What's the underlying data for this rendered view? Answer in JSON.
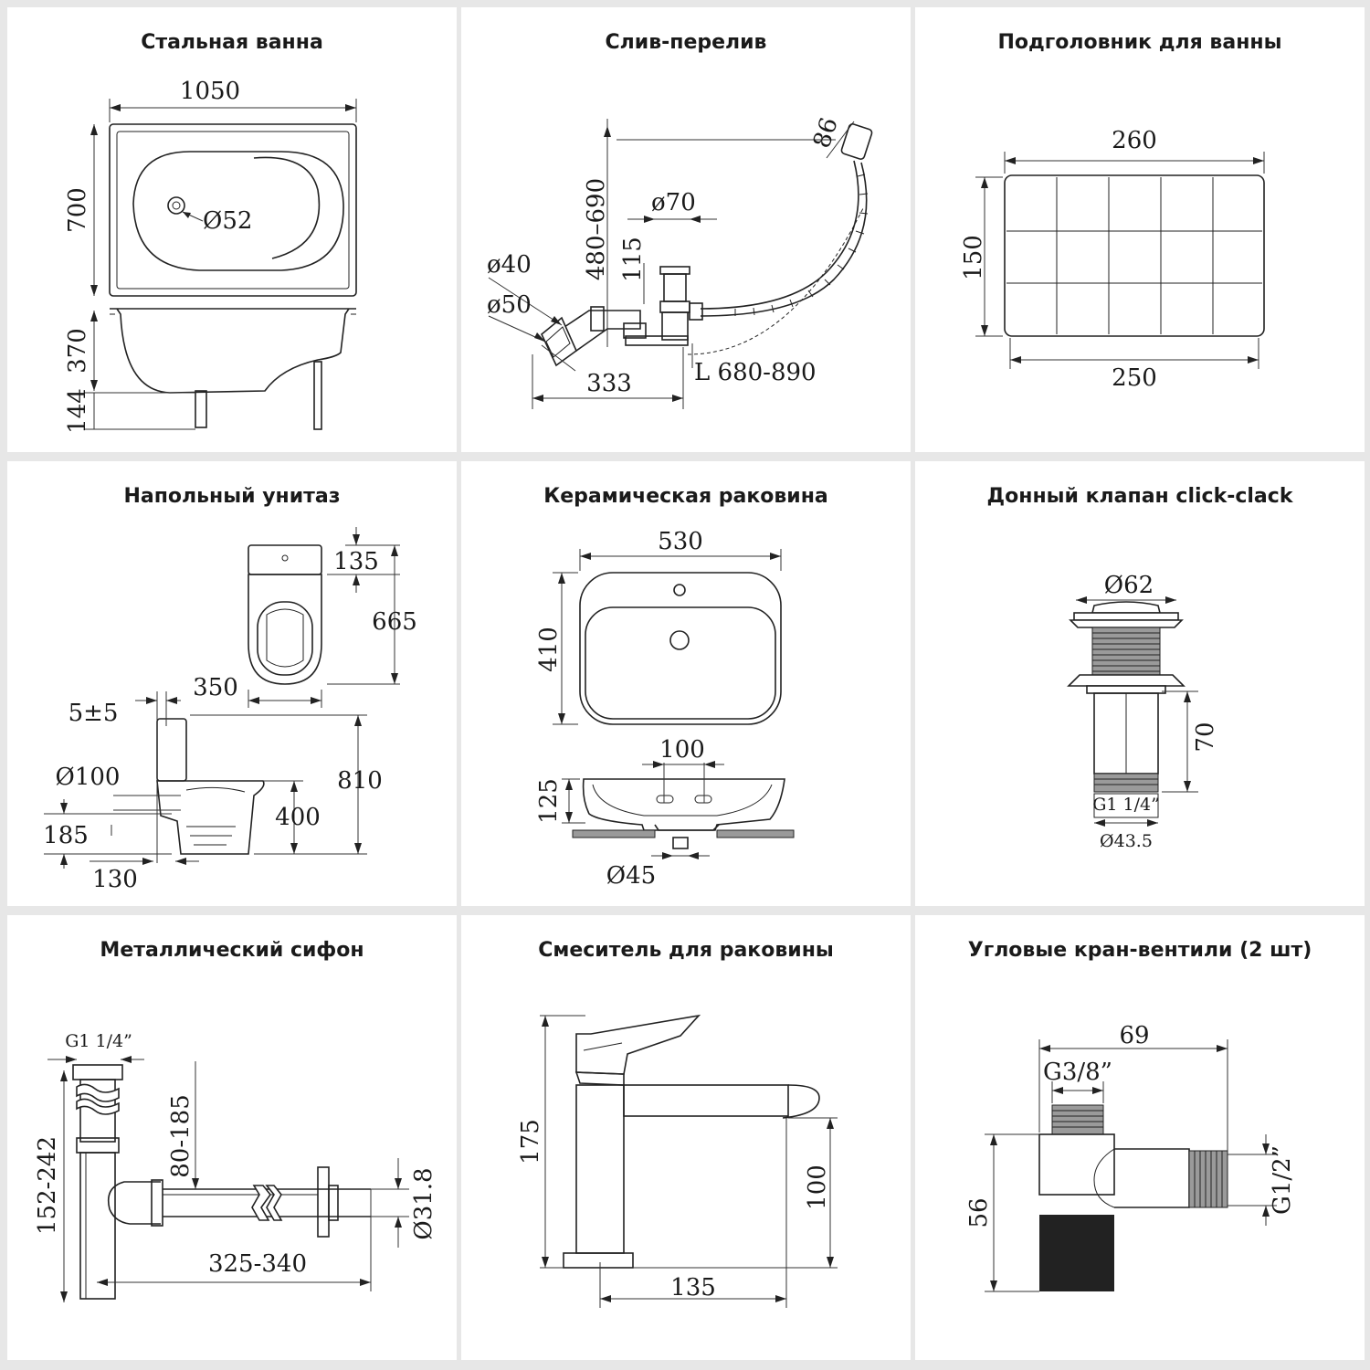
{
  "colors": {
    "background": "#e7e7e7",
    "panel": "#ffffff",
    "line": "#222222"
  },
  "panels": [
    {
      "title": "Стальная ванна",
      "dims": {
        "length": "1050",
        "width": "700",
        "height": "370",
        "legs": "144",
        "drain": "Ø52"
      }
    },
    {
      "title": "Слив-перелив",
      "dims": {
        "offset": "86",
        "height_range": "480–690",
        "pipe40": "ø40",
        "pipe50": "ø50",
        "plug": "ø70",
        "plug_h": "115",
        "reach": "333",
        "length_range": "L 680-890"
      }
    },
    {
      "title": "Подголовник для ванны",
      "dims": {
        "top_width": "260",
        "height": "150",
        "bottom_width": "250"
      }
    },
    {
      "title": "Напольный унитаз",
      "dims": {
        "tank": "135",
        "depth": "665",
        "width": "350",
        "gap": "5±5",
        "outlet": "Ø100",
        "total_h": "810",
        "seat_h": "400",
        "outlet_h": "185",
        "outlet_d": "130"
      }
    },
    {
      "title": "Керамическая раковина",
      "dims": {
        "width": "530",
        "depth": "410",
        "holes": "100",
        "height": "125",
        "drain": "Ø45"
      }
    },
    {
      "title": "Донный клапан click-clack",
      "dims": {
        "cap": "Ø62",
        "length": "70",
        "thread": "G1 1/4”",
        "body": "Ø43.5"
      }
    },
    {
      "title": "Металлический сифон",
      "dims": {
        "thread": "G1 1/4”",
        "height_range": "152-242",
        "adjust": "80-185",
        "length_range": "325-340",
        "pipe": "Ø31.8"
      }
    },
    {
      "title": "Смеситель для раковины",
      "dims": {
        "height": "175",
        "spout_h": "100",
        "reach": "135"
      }
    },
    {
      "title": "Угловые кран-вентили (2 шт)",
      "dims": {
        "length": "69",
        "inlet": "G3/8”",
        "height": "56",
        "outlet": "G1/2”"
      }
    }
  ]
}
